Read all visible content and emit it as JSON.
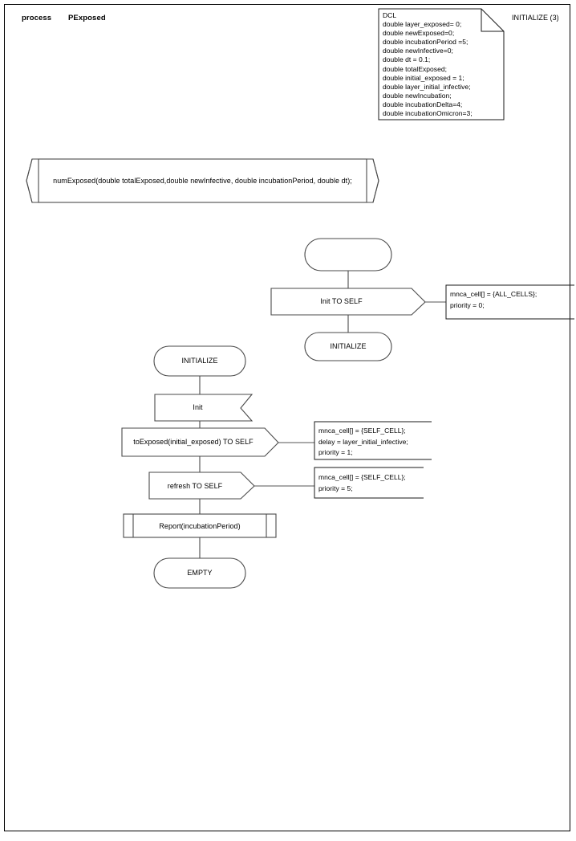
{
  "page": {
    "header": {
      "keyword": "process",
      "name": "PExposed"
    },
    "page_number_label": "INITIALIZE (3)"
  },
  "declaration_note": {
    "title": "DCL",
    "lines": [
      "double layer_exposed= 0;",
      "double newExposed=0;",
      "double incubationPeriod =5;",
      "double newInfective=0;",
      "double dt = 0.1;",
      "double totalExposed;",
      "double initial_exposed = 1;",
      "double layer_initial_infective;",
      "double newIncubation;",
      "double incubationDelta=4;",
      "double incubationOmicron=3;"
    ],
    "text": "DCL\ndouble layer_exposed= 0;\ndouble newExposed=0;\ndouble incubationPeriod =5;\ndouble newInfective=0;\ndouble dt = 0.1;\ndouble totalExposed;\ndouble initial_exposed = 1;\ndouble layer_initial_infective;\ndouble newIncubation;\ndouble incubationDelta=4;\ndouble incubationOmicron=3;"
  },
  "procedure_signature": {
    "label": "numExposed(double totalExposed,double newInfective, double incubationPeriod, double dt);"
  },
  "flow_top": {
    "start_state": {
      "label": ""
    },
    "output": {
      "label": "Init TO SELF"
    },
    "next_state": {
      "label": "INITIALIZE"
    },
    "comment": {
      "lines": [
        "mnca_cell[] = {ALL_CELLS};",
        "priority = 0;"
      ],
      "text": "mnca_cell[] = {ALL_CELLS};\npriority = 0;"
    }
  },
  "flow_main": {
    "state_initialize": {
      "label": "INITIALIZE"
    },
    "input_init": {
      "label": "Init"
    },
    "output_toexposed": {
      "label": "toExposed(initial_exposed) TO SELF"
    },
    "comment_toexposed": {
      "lines": [
        "mnca_cell[] = {SELF_CELL};",
        "delay = layer_initial_infective;",
        "priority = 1;"
      ],
      "text": "mnca_cell[] = {SELF_CELL};\ndelay = layer_initial_infective;\npriority = 1;"
    },
    "output_refresh": {
      "label": "refresh TO SELF"
    },
    "comment_refresh": {
      "lines": [
        "mnca_cell[] = {SELF_CELL};",
        "priority = 5;"
      ],
      "text": "mnca_cell[] = {SELF_CELL};\npriority = 5;"
    },
    "procedure_call": {
      "label": "Report(incubationPeriod)"
    },
    "state_empty": {
      "label": "EMPTY"
    }
  },
  "colors": {
    "page_border": "#000000",
    "symbol_stroke": "#4a4a4a",
    "note_stroke": "#1a1a1a",
    "text": "#000000",
    "background": "#ffffff"
  }
}
